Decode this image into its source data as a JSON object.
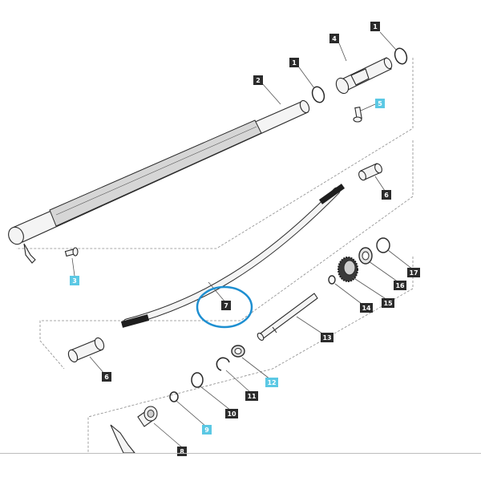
{
  "colors": {
    "callout_dark": "#2b2b2b",
    "callout_highlight": "#5bc8e4",
    "callout_text_dark": "#ffffff",
    "callout_text_highlight": "#ffffff",
    "highlight_ring": "#1e8fd1"
  },
  "callouts": [
    {
      "id": "c1a",
      "label": "1",
      "highlighted": false
    },
    {
      "id": "c1b",
      "label": "1",
      "highlighted": false
    },
    {
      "id": "c2",
      "label": "2",
      "highlighted": false
    },
    {
      "id": "c3",
      "label": "3",
      "highlighted": true
    },
    {
      "id": "c4",
      "label": "4",
      "highlighted": false
    },
    {
      "id": "c5",
      "label": "5",
      "highlighted": true
    },
    {
      "id": "c6a",
      "label": "6",
      "highlighted": false
    },
    {
      "id": "c6b",
      "label": "6",
      "highlighted": false
    },
    {
      "id": "c7",
      "label": "7",
      "highlighted": false
    },
    {
      "id": "c8",
      "label": "8",
      "highlighted": false
    },
    {
      "id": "c9",
      "label": "9",
      "highlighted": true
    },
    {
      "id": "c10",
      "label": "10",
      "highlighted": false
    },
    {
      "id": "c11",
      "label": "11",
      "highlighted": false
    },
    {
      "id": "c12",
      "label": "12",
      "highlighted": true
    },
    {
      "id": "c13",
      "label": "13",
      "highlighted": false
    },
    {
      "id": "c14",
      "label": "14",
      "highlighted": false
    },
    {
      "id": "c15",
      "label": "15",
      "highlighted": false
    },
    {
      "id": "c16",
      "label": "16",
      "highlighted": false
    },
    {
      "id": "c17",
      "label": "17",
      "highlighted": false
    }
  ],
  "selected_part": "7"
}
